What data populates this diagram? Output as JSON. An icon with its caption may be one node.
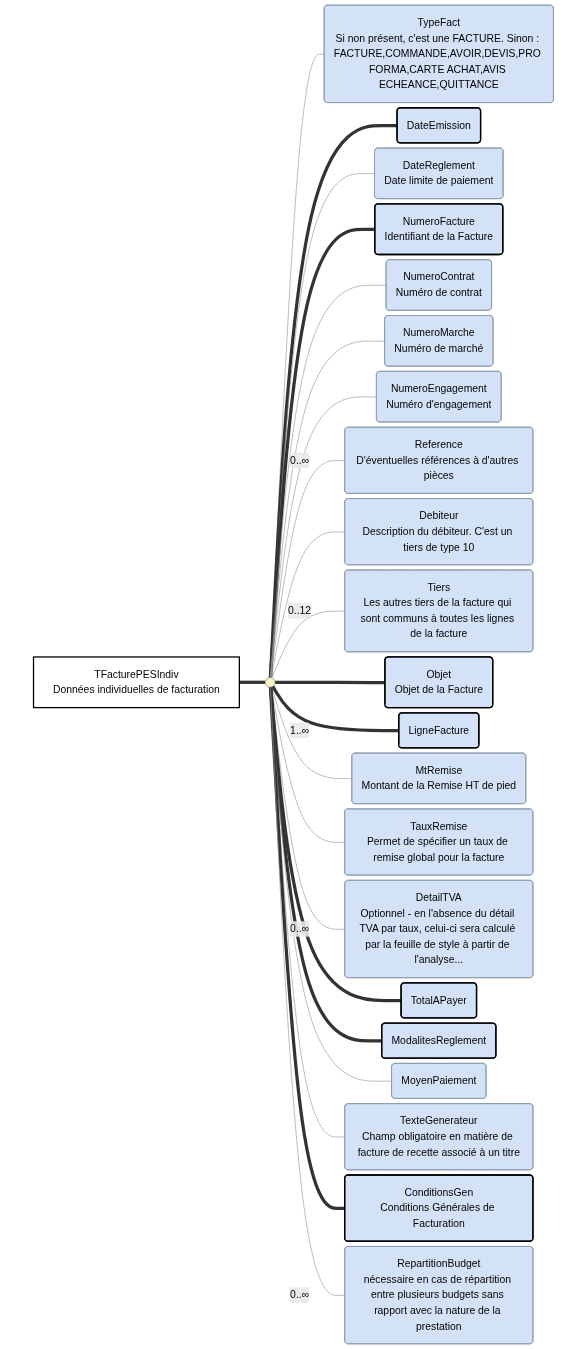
{
  "diagram": {
    "nodes": [
      {
        "text": [
          "TFacturePESIndiv",
          "Données individuelles de facturation"
        ]
      },
      {
        "text": [],
        "shape": "circle"
      },
      {
        "text": [
          "TypeFact",
          "Si non présent, c'est une FACTURE. Sinon : FACTURE,COMMANDE,AVOIR,DEVIS,PRO FORMA,CARTE ACHAT,AVIS ECHEANCE,QUITTANCE"
        ]
      },
      {
        "text": [
          "DateEmission"
        ]
      },
      {
        "text": [
          "DateReglement",
          "Date limite de paiement"
        ]
      },
      {
        "text": [
          "NumeroFacture",
          "Identifiant de la Facture"
        ]
      },
      {
        "text": [
          "NumeroContrat",
          "Numéro de contrat"
        ]
      },
      {
        "text": [
          "NumeroMarche",
          "Numéro de marché"
        ]
      },
      {
        "text": [
          "NumeroEngagement",
          "Numéro d'engagement"
        ]
      },
      {
        "text": [
          "Reference",
          "D'éventuelles références à d'autres pièces"
        ]
      },
      {
        "text": [
          "Debiteur",
          "Description du débiteur. C'est un tiers de type 10"
        ]
      },
      {
        "text": [
          "Tiers",
          "Les autres tiers de la facture qui sont communs à toutes les lignes de la facture"
        ]
      },
      {
        "text": [
          "Objet",
          "Objet de la Facture"
        ]
      },
      {
        "text": [
          "LigneFacture"
        ]
      },
      {
        "text": [
          "MtRemise",
          "Montant de la Remise HT de pied"
        ]
      },
      {
        "text": [
          "TauxRemise",
          "Permet de spécifier un taux de remise global pour la facture"
        ]
      },
      {
        "text": [
          "DetailTVA",
          "Optionnel - en l'absence du détail TVA par taux, celui-ci sera calculé par la feuille de style à partir de l'analyse..."
        ]
      },
      {
        "text": [
          "TotalAPayer"
        ]
      },
      {
        "text": [
          "ModalitesReglement"
        ]
      },
      {
        "text": [
          "MoyenPaiement"
        ]
      },
      {
        "text": [
          "TexteGenerateur",
          "Champ obligatoire en matière de facture de recette associé à un titre"
        ]
      },
      {
        "text": [
          "ConditionsGen",
          "Conditions Générales de Facturation"
        ]
      },
      {
        "text": [
          "RepartitionBudget",
          "nécessaire en cas de répartition entre plusieurs budgets sans rapport avec la nature de la prestation"
        ]
      }
    ],
    "edges": [
      {
        "from": 0,
        "to": 1,
        "arrow": "none",
        "style": "thick",
        "color": "#333333"
      },
      {
        "from": 1,
        "to": 2,
        "arrow": "none"
      },
      {
        "from": 1,
        "to": 3,
        "arrow": "none",
        "style": "thick",
        "color": "#333333"
      },
      {
        "from": 1,
        "to": 4,
        "arrow": "none"
      },
      {
        "from": 1,
        "to": 5,
        "arrow": "none",
        "style": "thick",
        "color": "#333333"
      },
      {
        "from": 1,
        "to": 6,
        "arrow": "none"
      },
      {
        "from": 1,
        "to": 7,
        "arrow": "none"
      },
      {
        "from": 1,
        "to": 8,
        "arrow": "none"
      },
      {
        "from": 1,
        "to": 9,
        "arrow": "none",
        "label": "0..∞"
      },
      {
        "from": 1,
        "to": 10,
        "arrow": "none"
      },
      {
        "from": 1,
        "to": 11,
        "arrow": "none",
        "label": "0..12"
      },
      {
        "from": 1,
        "to": 12,
        "arrow": "none",
        "style": "thick",
        "color": "#333333"
      },
      {
        "from": 1,
        "to": 13,
        "arrow": "none",
        "style": "thick",
        "color": "#333333",
        "label": "1..∞"
      },
      {
        "from": 1,
        "to": 14,
        "arrow": "none"
      },
      {
        "from": 1,
        "to": 15,
        "arrow": "none"
      },
      {
        "from": 1,
        "to": 16,
        "arrow": "none",
        "label": "0..∞"
      },
      {
        "from": 1,
        "to": 17,
        "arrow": "none",
        "style": "thick",
        "color": "#333333"
      },
      {
        "from": 1,
        "to": 18,
        "arrow": "none",
        "style": "thick",
        "color": "#333333"
      },
      {
        "from": 1,
        "to": 19,
        "arrow": "none"
      },
      {
        "from": 1,
        "to": 20,
        "arrow": "none"
      },
      {
        "from": 1,
        "to": 21,
        "arrow": "none",
        "style": "thick",
        "color": "#333333"
      },
      {
        "from": 1,
        "to": 22,
        "arrow": "none",
        "label": "0..∞"
      }
    ]
  }
}
